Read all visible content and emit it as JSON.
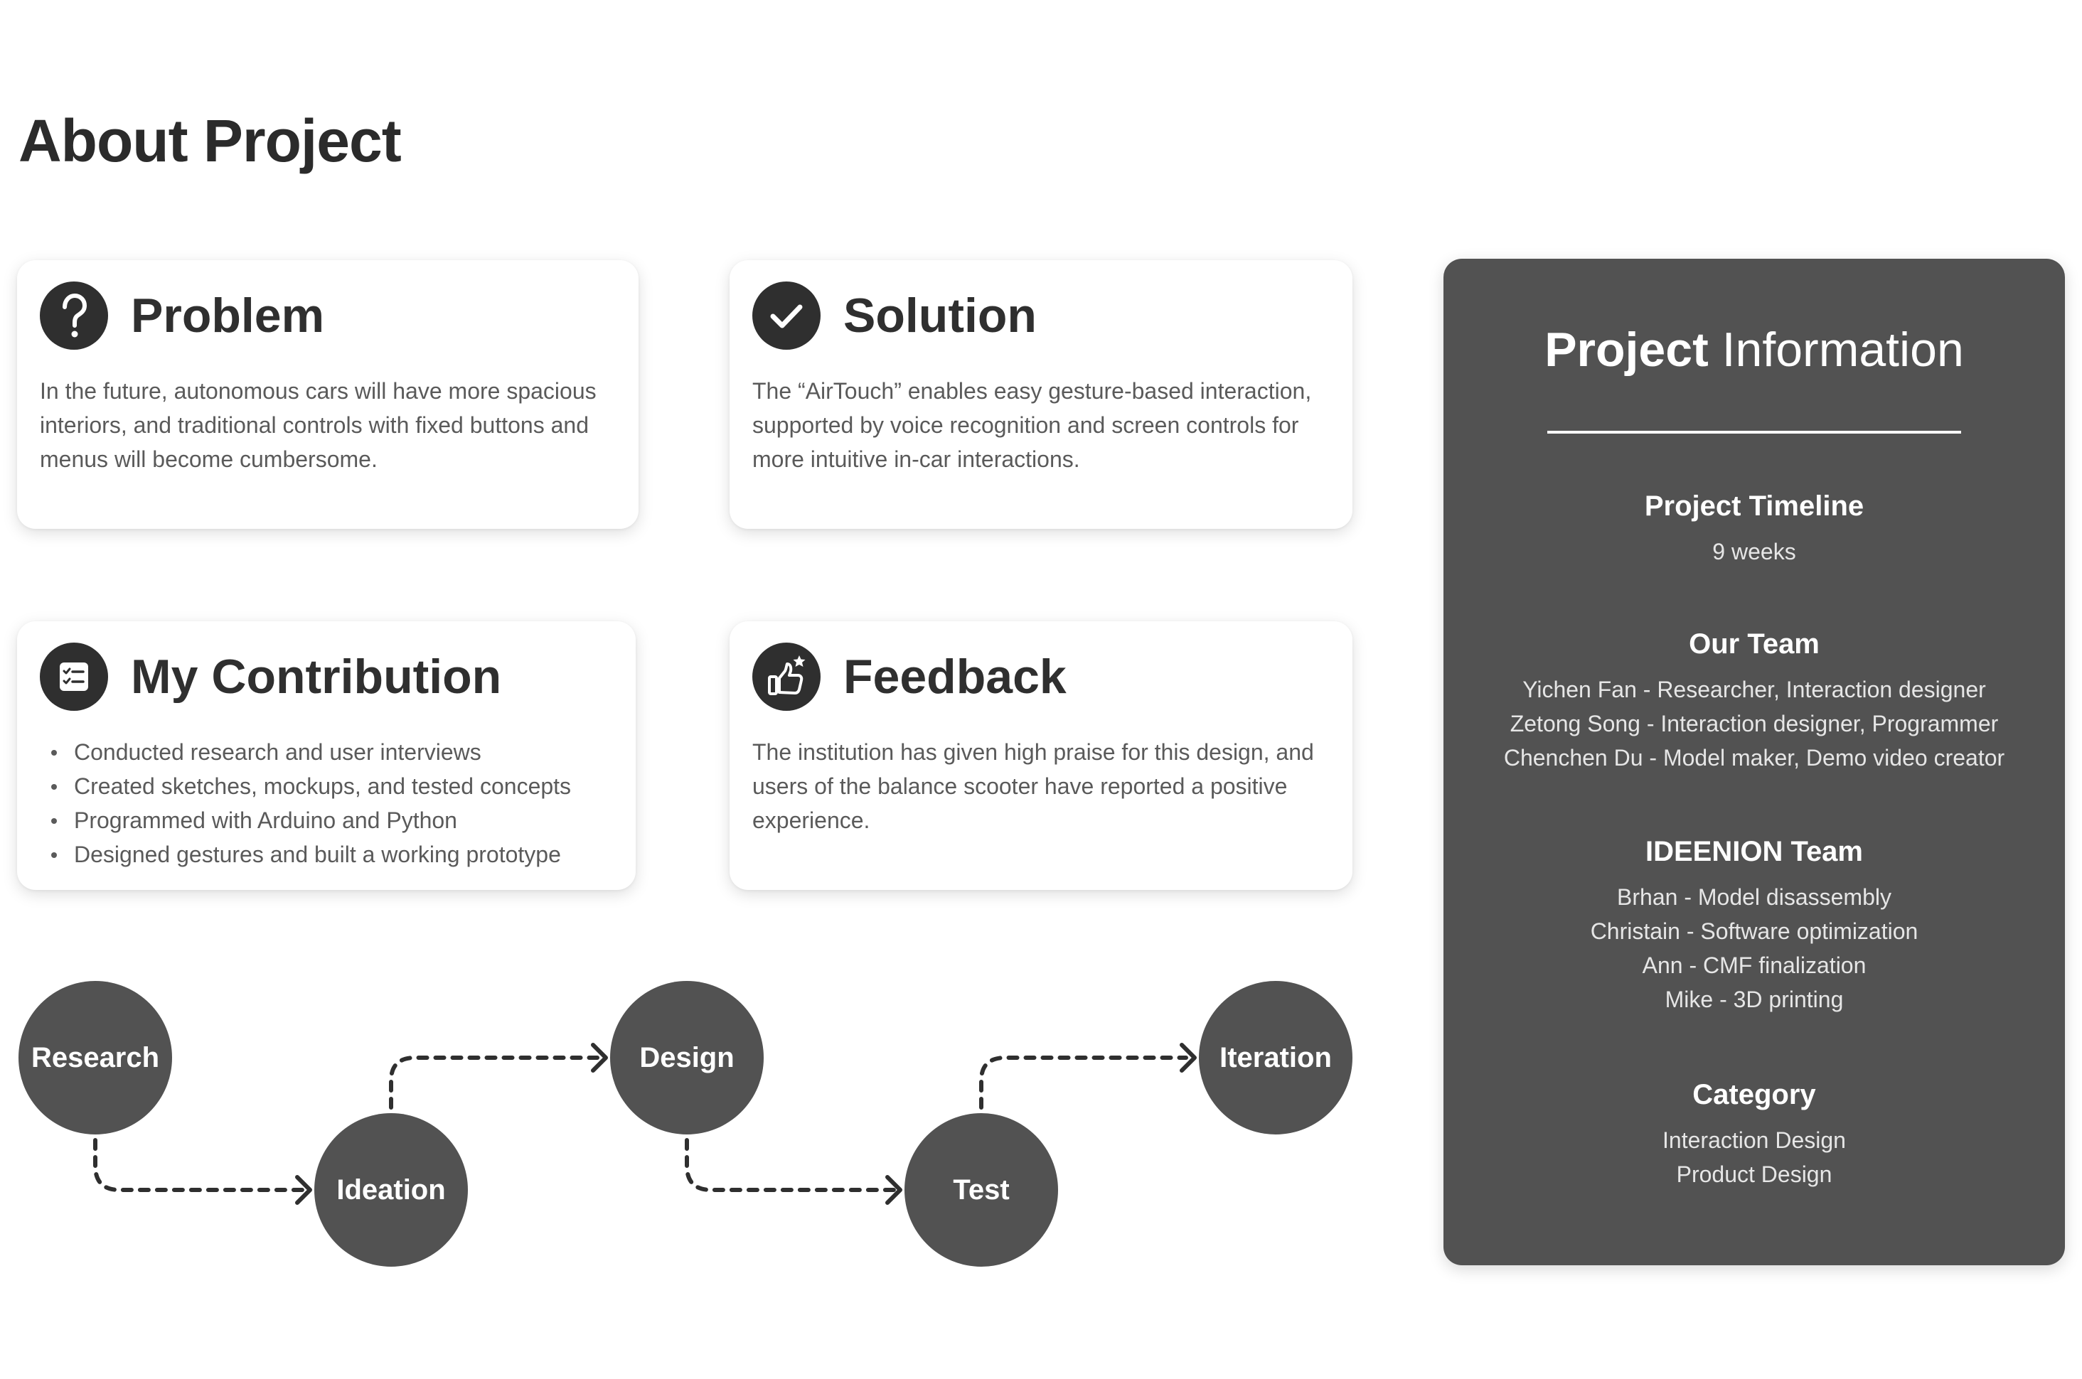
{
  "page": {
    "title": "About Project"
  },
  "cards": {
    "problem": {
      "icon": "question-icon",
      "title": "Problem",
      "body": "In the future, autonomous cars will have more spacious interiors, and traditional controls with fixed buttons and menus will become cumbersome."
    },
    "solution": {
      "icon": "check-icon",
      "title": "Solution",
      "body": "The “AirTouch” enables easy gesture-based interaction, supported by voice recognition and screen controls for more intuitive in-car interactions."
    },
    "contribution": {
      "icon": "checklist-icon",
      "title": "My Contribution",
      "items": [
        "Conducted research and user interviews",
        "Created sketches, mockups, and tested concepts",
        "Programmed with Arduino and Python",
        "Designed gestures and built a working prototype"
      ]
    },
    "feedback": {
      "icon": "thumbs-up-icon",
      "title": "Feedback",
      "body": "The institution has given high praise for this design, and users of the balance scooter have reported a positive experience."
    }
  },
  "info": {
    "title_bold": "Project",
    "title_light": "Information",
    "timeline": {
      "heading": "Project Timeline",
      "lines": [
        "9 weeks"
      ]
    },
    "team": {
      "heading": "Our Team",
      "lines": [
        "Yichen Fan - Researcher, Interaction designer",
        "Zetong Song - Interaction designer, Programmer",
        "Chenchen Du - Model maker, Demo video creator"
      ]
    },
    "ideenion": {
      "heading": "IDEENION Team",
      "lines": [
        "Brhan - Model disassembly",
        "Christain - Software optimization",
        "Ann - CMF finalization",
        "Mike - 3D printing"
      ]
    },
    "category": {
      "heading": "Category",
      "lines": [
        "Interaction Design",
        "Product Design"
      ]
    }
  },
  "process": {
    "steps": [
      "Research",
      "Ideation",
      "Design",
      "Test",
      "Iteration"
    ]
  }
}
